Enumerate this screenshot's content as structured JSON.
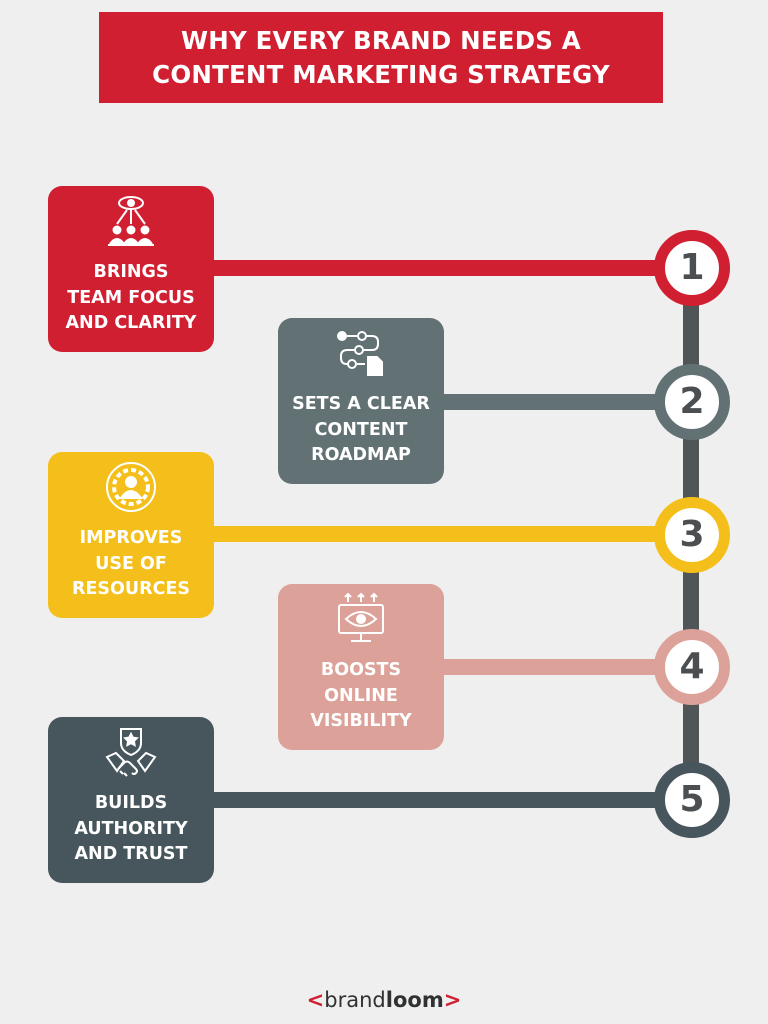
{
  "title": {
    "line1": "WHY EVERY BRAND NEEDS A",
    "line2": "CONTENT MARKETING STRATEGY"
  },
  "colors": {
    "red": "#d11f32",
    "slate": "#627174",
    "yellow": "#f4bf1b",
    "pink": "#dca199",
    "dark": "#47565d",
    "spine": "#505557"
  },
  "steps": [
    {
      "number": "1",
      "lines": [
        "BRINGS",
        "TEAM FOCUS",
        "AND CLARITY"
      ],
      "icon": "team-focus-eye-icon"
    },
    {
      "number": "2",
      "lines": [
        "SETS A CLEAR",
        "CONTENT",
        "ROADMAP"
      ],
      "icon": "roadmap-flow-icon"
    },
    {
      "number": "3",
      "lines": [
        "IMPROVES",
        "USE OF",
        "RESOURCES"
      ],
      "icon": "resource-gear-person-icon"
    },
    {
      "number": "4",
      "lines": [
        "BOOSTS",
        "ONLINE",
        "VISIBILITY"
      ],
      "icon": "monitor-eye-icon"
    },
    {
      "number": "5",
      "lines": [
        "BUILDS",
        "AUTHORITY",
        "AND TRUST"
      ],
      "icon": "handshake-shield-icon"
    }
  ],
  "footer": {
    "open": "<",
    "brand_light": "brand",
    "brand_bold": "loom",
    "close": ">"
  }
}
